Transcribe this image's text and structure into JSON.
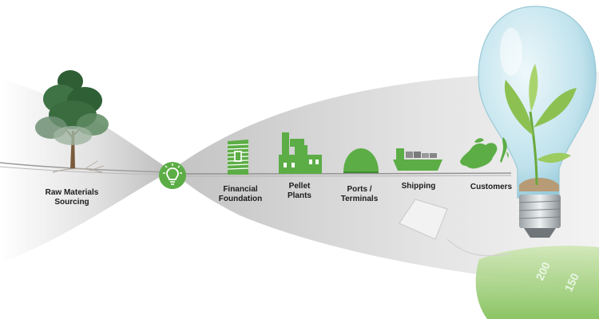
{
  "stages": [
    {
      "id": "raw-materials",
      "lines": [
        "Raw Materials",
        "Sourcing"
      ],
      "icon": "tree-icon"
    },
    {
      "id": "innovation",
      "lines": [],
      "icon": "lightbulb-icon"
    },
    {
      "id": "financial",
      "lines": [
        "Financial",
        "Foundation"
      ],
      "icon": "money-stack-icon"
    },
    {
      "id": "pellet-plants",
      "lines": [
        "Pellet",
        "Plants"
      ],
      "icon": "factory-icon"
    },
    {
      "id": "ports",
      "lines": [
        "Ports /",
        "Terminals"
      ],
      "icon": "dome-icon"
    },
    {
      "id": "shipping",
      "lines": [
        "Shipping"
      ],
      "icon": "cargo-ship-icon"
    },
    {
      "id": "customers",
      "lines": [
        "Customers"
      ],
      "icon": "europe-japan-map-icon"
    }
  ],
  "beaker_marks": [
    "200",
    "150"
  ],
  "colors": {
    "icon_green": "#5cad46",
    "band_gray": "#d6d6d6",
    "text": "#1c1c1c"
  }
}
